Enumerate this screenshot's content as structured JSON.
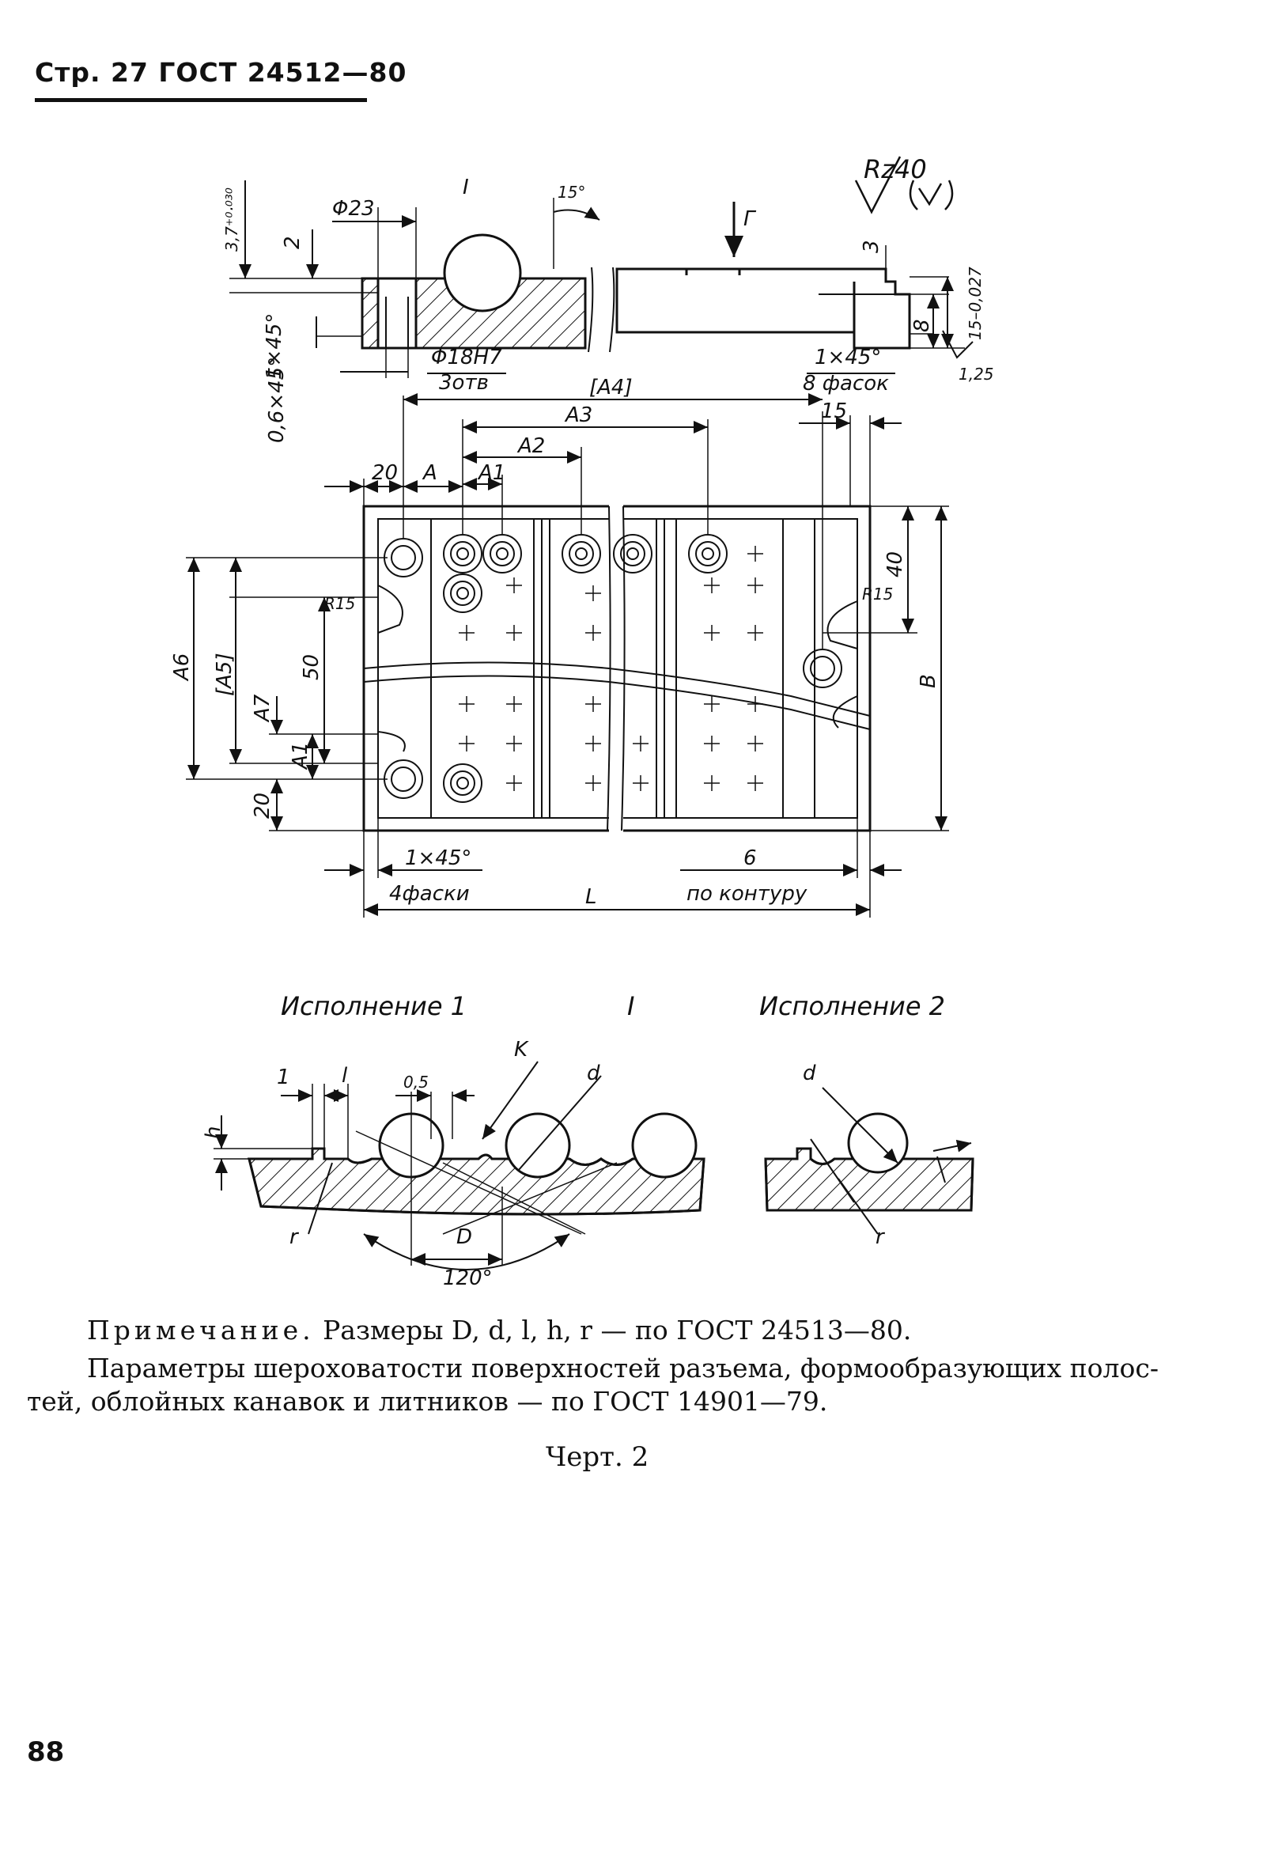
{
  "header": {
    "text": "Стр. 27 ГОСТ 24512—80"
  },
  "section_view": {
    "roughness": "Rz40",
    "labels": {
      "tol_top": "3,7⁺⁰·⁰³⁰",
      "d23": "Φ23",
      "view_mark": "I",
      "angle15": "15°",
      "arrow_view": "Г",
      "dim2": "2",
      "dim3": "3",
      "chamfer_left": "1×45°",
      "chamfer_left2": "0,6×45°",
      "hole": "Φ18H7",
      "holes_count": "3отв",
      "chamfer_right": "1×45°",
      "chamfers_count": "8 фасок",
      "dim8": "8",
      "dim15tol": "15–0,027",
      "rough_small": "1,25"
    }
  },
  "plan_view": {
    "labels": {
      "A4": "[A4]",
      "A3": "A3",
      "A2": "A2",
      "A1_top": "A1",
      "A": "A",
      "d20_top": "20",
      "d15": "15",
      "d40": "40",
      "R15_left": "R15",
      "R15_right": "R15",
      "A6": "A6",
      "A5": "[A5]",
      "d50": "50",
      "A7": "A7",
      "A1_left": "A1",
      "d20_left": "20",
      "B": "B",
      "chamfer_bottom": "1×45°",
      "chamfers_bottom": "4фаски",
      "L": "L",
      "d6": "6",
      "contour": "по контуру"
    }
  },
  "detail": {
    "title_mark": "I",
    "variant1": "Исполнение 1",
    "variant2": "Исполнение 2",
    "labels": {
      "K": "K",
      "d_left": "d",
      "d_right": "d",
      "one": "1",
      "l": "l",
      "half": "0,5",
      "h": "h",
      "r_left": "r",
      "r_right": "r",
      "D": "D",
      "angle120": "120°"
    }
  },
  "note": {
    "lead": "Примечание.",
    "line1_rest": " Размеры D, d, l, h, r — по ГОСТ 24513—80.",
    "line2": "Параметры шероховатости поверхностей разъема, формообразующих полос-",
    "line3": "тей, облойных канавок и литников — по ГОСТ 14901—79."
  },
  "figure_caption": "Черт. 2",
  "page_number": "88"
}
